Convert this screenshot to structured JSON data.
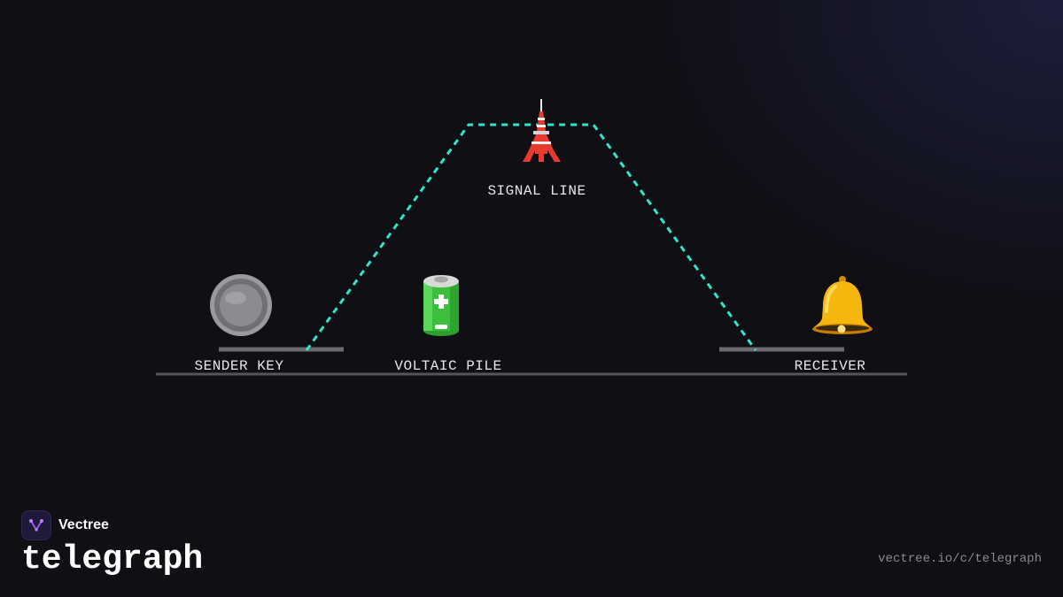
{
  "diagram": {
    "nodes": {
      "sender": {
        "label": "SENDER KEY",
        "icon": "key-button-icon"
      },
      "pile": {
        "label": "VOLTAIC PILE",
        "icon": "battery-icon"
      },
      "signal": {
        "label": "SIGNAL LINE",
        "icon": "tower-icon"
      },
      "receiver": {
        "label": "RECEIVER",
        "icon": "bell-icon"
      }
    },
    "colors": {
      "signal_path": "#2ee6c9",
      "ground": "#55555c",
      "label": "#e6e6ea"
    }
  },
  "brand": {
    "name": "Vectree"
  },
  "page": {
    "title": "telegraph",
    "url": "vectree.io/c/telegraph"
  }
}
